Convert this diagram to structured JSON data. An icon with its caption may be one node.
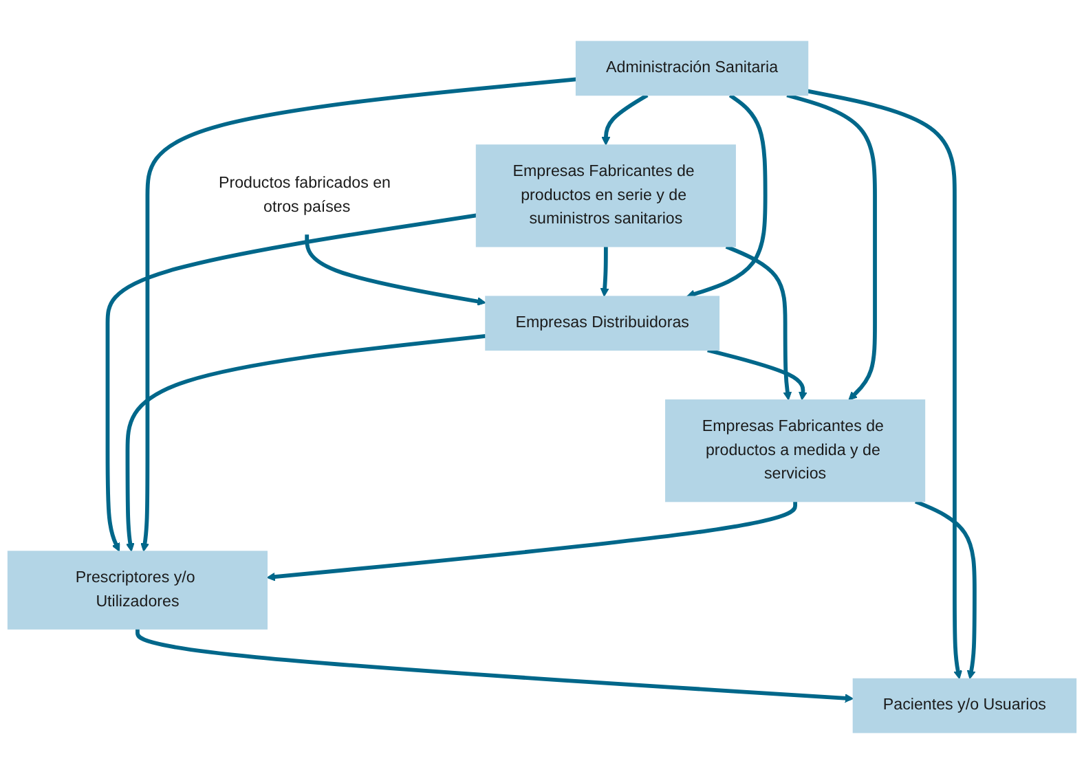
{
  "diagram": {
    "nodes": [
      {
        "text": [
          "Productos fabricados en otros países"
        ]
      },
      {
        "text": [
          "Empresas Fabricantes de productos en serie y de suministros sanitarios"
        ]
      },
      {
        "text": [
          "Empresas Distribuidoras"
        ]
      },
      {
        "text": [
          "Administración Sanitaria"
        ]
      },
      {
        "text": [
          "Empresas Fabricantes de productos a medida y de servicios"
        ]
      },
      {
        "text": [
          "Prescriptores y/o Utilizadores"
        ]
      },
      {
        "text": [
          "Pacientes y/o Usuarios"
        ]
      }
    ],
    "edges": [
      {
        "from": 0,
        "to": 2,
        "arrow": "to"
      },
      {
        "from": 3,
        "to": 1,
        "arrow": "to"
      },
      {
        "from": 1,
        "to": 2,
        "arrow": "to"
      },
      {
        "from": 3,
        "to": 2,
        "arrow": "to"
      },
      {
        "from": 1,
        "to": 4,
        "arrow": "to"
      },
      {
        "from": 1,
        "to": 5,
        "arrow": "to"
      },
      {
        "from": 2,
        "to": 4,
        "arrow": "to"
      },
      {
        "from": 2,
        "to": 5,
        "arrow": "to"
      },
      {
        "from": 3,
        "to": 4,
        "arrow": "to"
      },
      {
        "from": 3,
        "to": 5,
        "arrow": "to"
      },
      {
        "from": 4,
        "to": 5,
        "arrow": "to"
      },
      {
        "from": 5,
        "to": 6,
        "arrow": "to"
      },
      {
        "from": 3,
        "to": 6,
        "arrow": "to"
      },
      {
        "from": 4,
        "to": 6,
        "arrow": "to"
      }
    ]
  }
}
